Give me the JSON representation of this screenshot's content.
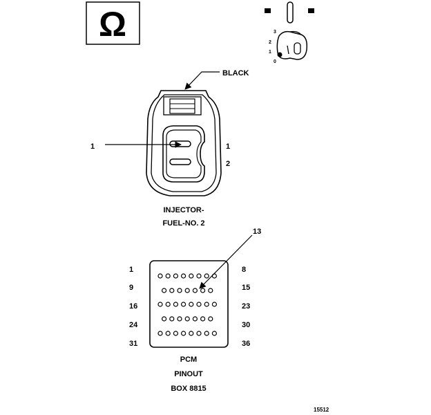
{
  "meter": {
    "symbol": "Ω",
    "icon": "ohmmeter-icon"
  },
  "ignition_key": {
    "positions": [
      "3",
      "2",
      "1",
      "0"
    ],
    "icon": "ignition-key-icon"
  },
  "injector_connector": {
    "color_label": "BLACK",
    "callout": "1",
    "pin_labels": [
      "1",
      "2"
    ],
    "title_line1": "INJECTOR-",
    "title_line2": "FUEL-NO. 2"
  },
  "pcm_connector": {
    "callout": "13",
    "left_labels": [
      "1",
      "9",
      "16",
      "24",
      "31"
    ],
    "right_labels": [
      "8",
      "15",
      "23",
      "30",
      "36"
    ],
    "row_pin_counts": [
      8,
      7,
      8,
      7,
      8
    ],
    "title_line1": "PCM",
    "title_line2": "PINOUT",
    "title_line3": "BOX 8815"
  },
  "figure_number": "15512",
  "colors": {
    "ink": "#000000",
    "background": "#ffffff"
  }
}
